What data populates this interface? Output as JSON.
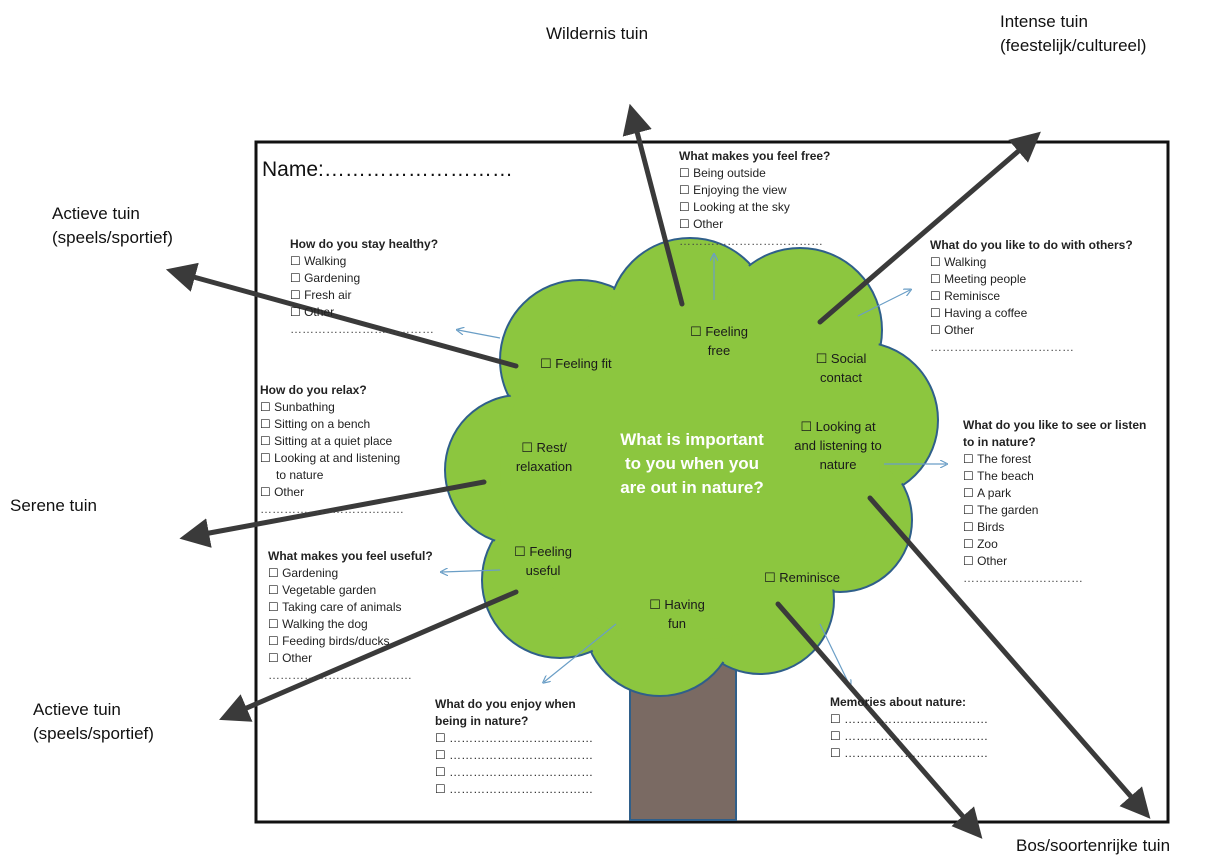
{
  "labels": {
    "top_center": "Wildernis tuin",
    "top_right_line1": "Intense tuin",
    "top_right_line2": "(feestelijk/cultureel)",
    "left_upper_line1": "Actieve tuin",
    "left_upper_line2": "(speels/sportief)",
    "left_middle": "Serene tuin",
    "left_lower_line1": "Actieve tuin",
    "left_lower_line2": "(speels/sportief)",
    "bottom_right": "Bos/soortenrijke tuin"
  },
  "worksheet": {
    "name_field": "Name:………………………",
    "center_question": "What is important to you when you are out in nature?",
    "bubbles": {
      "feeling_fit": "Feeling fit",
      "feeling_free_1": "Feeling",
      "feeling_free_2": "free",
      "social_1": "Social",
      "social_2": "contact",
      "rest_1": "Rest/",
      "rest_2": "relaxation",
      "looking_1": "Looking at",
      "looking_2": "and listening to",
      "looking_3": "nature",
      "useful_1": "Feeling",
      "useful_2": "useful",
      "fun_1": "Having",
      "fun_2": "fun",
      "reminisce": "Reminisce"
    },
    "free": {
      "question": "What makes you feel free?",
      "options": [
        "Being outside",
        "Enjoying the view",
        "Looking at the sky",
        "Other"
      ]
    },
    "healthy": {
      "question": "How do you stay healthy?",
      "options": [
        "Walking",
        "Gardening",
        "Fresh air",
        "Other"
      ]
    },
    "others": {
      "question": "What do you like to do with others?",
      "options": [
        "Walking",
        "Meeting people",
        "Reminisce",
        "Having a coffee",
        "Other"
      ]
    },
    "relax": {
      "question": "How do you relax?",
      "options": [
        "Sunbathing",
        "Sitting on a bench",
        "Sitting at a quiet place",
        "Looking at and listening",
        "Other"
      ],
      "option4_cont": "to nature"
    },
    "see_listen": {
      "question_1": "What do you like to see or listen",
      "question_2": "to in nature?",
      "options": [
        "The forest",
        "The beach",
        "A park",
        "The garden",
        "Birds",
        "Zoo",
        "Other"
      ]
    },
    "useful": {
      "question": "What makes you feel useful?",
      "options": [
        "Gardening",
        "Vegetable garden",
        "Taking care of animals",
        "Walking the dog",
        "Feeding birds/ducks",
        "Other"
      ]
    },
    "enjoy": {
      "question_1": "What do you enjoy when",
      "question_2": "being in nature?"
    },
    "memories": {
      "question": "Memories about nature:"
    },
    "dots_long": "………………………………",
    "dots_short": "…………………………"
  },
  "colors": {
    "tree_green": "#8cc63f",
    "tree_outline": "#2f5f8a",
    "trunk": "#7a6a63",
    "arrow": "#3a3a3a",
    "small_arrow": "#6a9ec6"
  }
}
